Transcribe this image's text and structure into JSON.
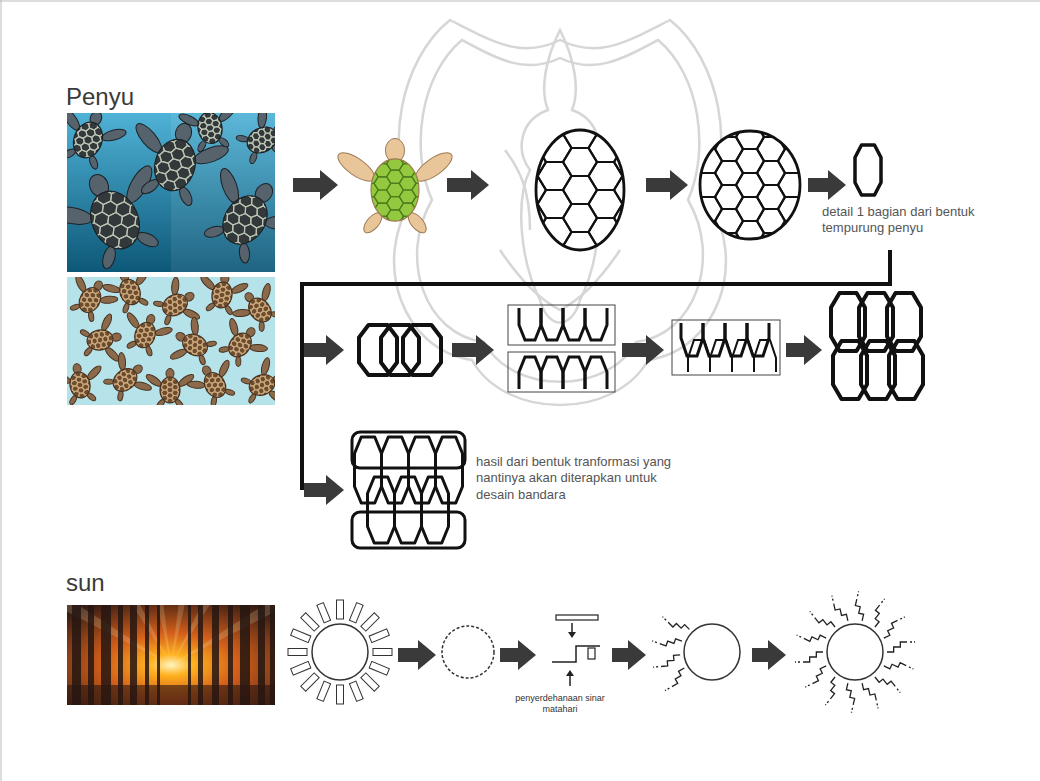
{
  "diagram": {
    "labels": [
      "Penyu",
      "detail 1 bagian dari bentuk tempurung penyu",
      "hasil dari bentuk tranformasi yang nantinya akan diterapkan untuk desain bandara",
      "sun",
      "penyerdehanaan sinar matahari"
    ]
  }
}
